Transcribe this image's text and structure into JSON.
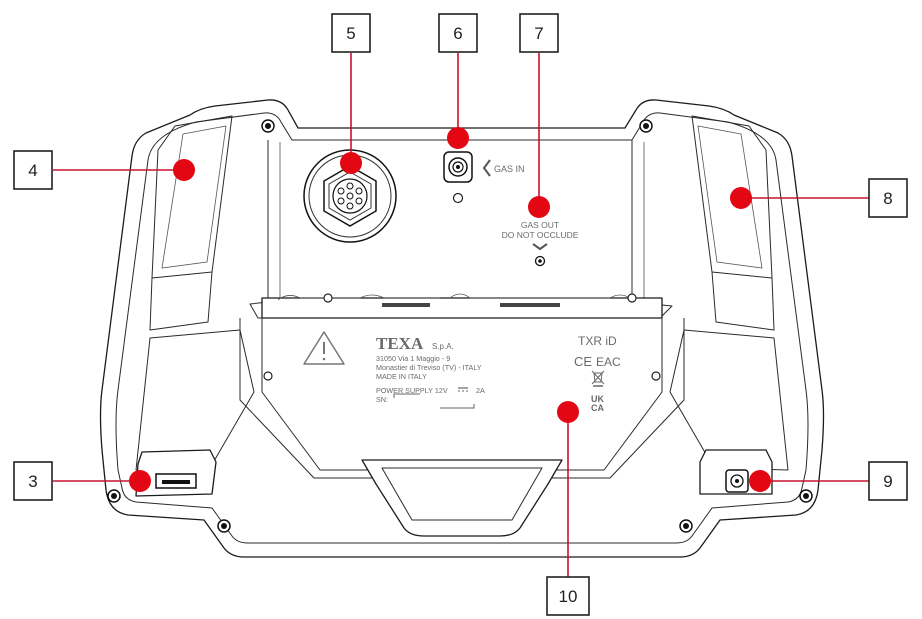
{
  "callouts": [
    {
      "number": "3",
      "target": "usb-port"
    },
    {
      "number": "4",
      "target": "left-handle"
    },
    {
      "number": "5",
      "target": "multi-pin-connector"
    },
    {
      "number": "6",
      "target": "gas-inlet"
    },
    {
      "number": "7",
      "target": "gas-outlet"
    },
    {
      "number": "8",
      "target": "right-handle"
    },
    {
      "number": "9",
      "target": "power-socket"
    },
    {
      "number": "10",
      "target": "rating-label"
    }
  ],
  "device_labels": {
    "gas_in": "GAS IN",
    "gas_out_line1": "GAS OUT",
    "gas_out_line2": "DO NOT OCCLUDE",
    "brand": "TEXA",
    "brand_suffix": "S.p.A.",
    "address_line1": "31050 Via 1 Maggio - 9",
    "address_line2": "Monastier di Treviso (TV) - ITALY",
    "made_in": "MADE IN ITALY",
    "power_supply": "POWER SUPPLY 12V",
    "current": "2A",
    "sn": "SN:",
    "model": "TXR iD",
    "ce_mark": "CE",
    "eac_mark": "EAC",
    "ukca_line1": "UK",
    "ukca_line2": "CA"
  },
  "colors": {
    "accent": "#e30613",
    "leader": "#c8102e",
    "outline": "#1b1b1b",
    "label_text": "#6a6a6a"
  }
}
